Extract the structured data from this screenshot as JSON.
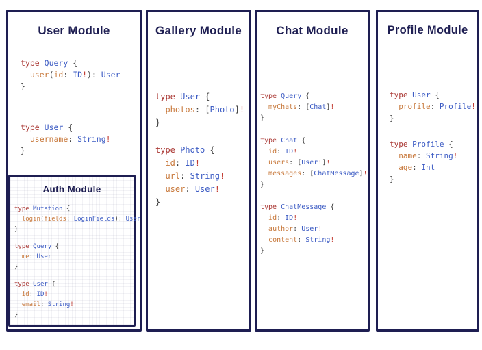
{
  "colors": {
    "border": "#1e1e52",
    "title": "#1e1e52",
    "keyword": "#ab3a36",
    "type": "#3d5cc4",
    "field": "#c8793c",
    "punct": "#3f3f3f",
    "bang": "#c13a30"
  },
  "modules": [
    {
      "title": "User Module",
      "blocks": [
        [
          [
            [
              "k",
              "type"
            ],
            [
              "p",
              " "
            ],
            [
              "t",
              "Query"
            ],
            [
              "p",
              " {"
            ]
          ],
          [
            [
              "p",
              "  "
            ],
            [
              "f",
              "user"
            ],
            [
              "p",
              "("
            ],
            [
              "f",
              "id"
            ],
            [
              "p",
              ": "
            ],
            [
              "t",
              "ID"
            ],
            [
              "b",
              "!"
            ],
            [
              "p",
              "): "
            ],
            [
              "t",
              "User"
            ]
          ],
          [
            [
              "p",
              "}"
            ]
          ]
        ],
        [
          [
            [
              "k",
              "type"
            ],
            [
              "p",
              " "
            ],
            [
              "t",
              "User"
            ],
            [
              "p",
              " {"
            ]
          ],
          [
            [
              "p",
              "  "
            ],
            [
              "f",
              "username"
            ],
            [
              "p",
              ": "
            ],
            [
              "t",
              "String"
            ],
            [
              "b",
              "!"
            ]
          ],
          [
            [
              "p",
              "}"
            ]
          ]
        ]
      ]
    },
    {
      "title": "Auth Module",
      "blocks": [
        [
          [
            [
              "k",
              "type"
            ],
            [
              "p",
              " "
            ],
            [
              "t",
              "Mutation"
            ],
            [
              "p",
              " {"
            ]
          ],
          [
            [
              "p",
              "  "
            ],
            [
              "f",
              "login"
            ],
            [
              "p",
              "("
            ],
            [
              "f",
              "fields"
            ],
            [
              "p",
              ": "
            ],
            [
              "t",
              "LoginFields"
            ],
            [
              "p",
              "): "
            ],
            [
              "t",
              "User"
            ]
          ],
          [
            [
              "p",
              "}"
            ]
          ]
        ],
        [
          [
            [
              "k",
              "type"
            ],
            [
              "p",
              " "
            ],
            [
              "t",
              "Query"
            ],
            [
              "p",
              " {"
            ]
          ],
          [
            [
              "p",
              "  "
            ],
            [
              "f",
              "me"
            ],
            [
              "p",
              ": "
            ],
            [
              "t",
              "User"
            ]
          ],
          [
            [
              "p",
              "}"
            ]
          ]
        ],
        [
          [
            [
              "k",
              "type"
            ],
            [
              "p",
              " "
            ],
            [
              "t",
              "User"
            ],
            [
              "p",
              " {"
            ]
          ],
          [
            [
              "p",
              "  "
            ],
            [
              "f",
              "id"
            ],
            [
              "p",
              ": "
            ],
            [
              "t",
              "ID"
            ],
            [
              "b",
              "!"
            ]
          ],
          [
            [
              "p",
              "  "
            ],
            [
              "f",
              "email"
            ],
            [
              "p",
              ": "
            ],
            [
              "t",
              "String"
            ],
            [
              "b",
              "!"
            ]
          ],
          [
            [
              "p",
              "}"
            ]
          ]
        ]
      ]
    },
    {
      "title": "Gallery Module",
      "blocks": [
        [
          [
            [
              "k",
              "type"
            ],
            [
              "p",
              " "
            ],
            [
              "t",
              "User"
            ],
            [
              "p",
              " {"
            ]
          ],
          [
            [
              "p",
              "  "
            ],
            [
              "f",
              "photos"
            ],
            [
              "p",
              ": ["
            ],
            [
              "t",
              "Photo"
            ],
            [
              "p",
              "]"
            ],
            [
              "b",
              "!"
            ]
          ],
          [
            [
              "p",
              "}"
            ]
          ]
        ],
        [
          [
            [
              "k",
              "type"
            ],
            [
              "p",
              " "
            ],
            [
              "t",
              "Photo"
            ],
            [
              "p",
              " {"
            ]
          ],
          [
            [
              "p",
              "  "
            ],
            [
              "f",
              "id"
            ],
            [
              "p",
              ": "
            ],
            [
              "t",
              "ID"
            ],
            [
              "b",
              "!"
            ]
          ],
          [
            [
              "p",
              "  "
            ],
            [
              "f",
              "url"
            ],
            [
              "p",
              ": "
            ],
            [
              "t",
              "String"
            ],
            [
              "b",
              "!"
            ]
          ],
          [
            [
              "p",
              "  "
            ],
            [
              "f",
              "user"
            ],
            [
              "p",
              ": "
            ],
            [
              "t",
              "User"
            ],
            [
              "b",
              "!"
            ]
          ],
          [
            [
              "p",
              "}"
            ]
          ]
        ]
      ]
    },
    {
      "title": "Chat Module",
      "blocks": [
        [
          [
            [
              "k",
              "type"
            ],
            [
              "p",
              " "
            ],
            [
              "t",
              "Query"
            ],
            [
              "p",
              " {"
            ]
          ],
          [
            [
              "p",
              "  "
            ],
            [
              "f",
              "myChats"
            ],
            [
              "p",
              ": ["
            ],
            [
              "t",
              "Chat"
            ],
            [
              "p",
              "]"
            ],
            [
              "b",
              "!"
            ]
          ],
          [
            [
              "p",
              "}"
            ]
          ]
        ],
        [
          [
            [
              "k",
              "type"
            ],
            [
              "p",
              " "
            ],
            [
              "t",
              "Chat"
            ],
            [
              "p",
              " {"
            ]
          ],
          [
            [
              "p",
              "  "
            ],
            [
              "f",
              "id"
            ],
            [
              "p",
              ": "
            ],
            [
              "t",
              "ID"
            ],
            [
              "b",
              "!"
            ]
          ],
          [
            [
              "p",
              "  "
            ],
            [
              "f",
              "users"
            ],
            [
              "p",
              ": ["
            ],
            [
              "t",
              "User"
            ],
            [
              "b",
              "!"
            ],
            [
              "p",
              "]"
            ],
            [
              "b",
              "!"
            ]
          ],
          [
            [
              "p",
              "  "
            ],
            [
              "f",
              "messages"
            ],
            [
              "p",
              ": ["
            ],
            [
              "t",
              "ChatMessage"
            ],
            [
              "p",
              "]"
            ],
            [
              "b",
              "!"
            ]
          ],
          [
            [
              "p",
              "}"
            ]
          ]
        ],
        [
          [
            [
              "k",
              "type"
            ],
            [
              "p",
              " "
            ],
            [
              "t",
              "ChatMessage"
            ],
            [
              "p",
              " {"
            ]
          ],
          [
            [
              "p",
              "  "
            ],
            [
              "f",
              "id"
            ],
            [
              "p",
              ": "
            ],
            [
              "t",
              "ID"
            ],
            [
              "b",
              "!"
            ]
          ],
          [
            [
              "p",
              "  "
            ],
            [
              "f",
              "author"
            ],
            [
              "p",
              ": "
            ],
            [
              "t",
              "User"
            ],
            [
              "b",
              "!"
            ]
          ],
          [
            [
              "p",
              "  "
            ],
            [
              "f",
              "content"
            ],
            [
              "p",
              ": "
            ],
            [
              "t",
              "String"
            ],
            [
              "b",
              "!"
            ]
          ],
          [
            [
              "p",
              "}"
            ]
          ]
        ]
      ]
    },
    {
      "title": "Profile Module",
      "blocks": [
        [
          [
            [
              "k",
              "type"
            ],
            [
              "p",
              " "
            ],
            [
              "t",
              "User"
            ],
            [
              "p",
              " {"
            ]
          ],
          [
            [
              "p",
              "  "
            ],
            [
              "f",
              "profile"
            ],
            [
              "p",
              ": "
            ],
            [
              "t",
              "Profile"
            ],
            [
              "b",
              "!"
            ]
          ],
          [
            [
              "p",
              "}"
            ]
          ]
        ],
        [
          [
            [
              "k",
              "type"
            ],
            [
              "p",
              " "
            ],
            [
              "t",
              "Profile"
            ],
            [
              "p",
              " {"
            ]
          ],
          [
            [
              "p",
              "  "
            ],
            [
              "f",
              "name"
            ],
            [
              "p",
              ": "
            ],
            [
              "t",
              "String"
            ],
            [
              "b",
              "!"
            ]
          ],
          [
            [
              "p",
              "  "
            ],
            [
              "f",
              "age"
            ],
            [
              "p",
              ": "
            ],
            [
              "t",
              "Int"
            ]
          ],
          [
            [
              "p",
              "}"
            ]
          ]
        ]
      ]
    }
  ]
}
